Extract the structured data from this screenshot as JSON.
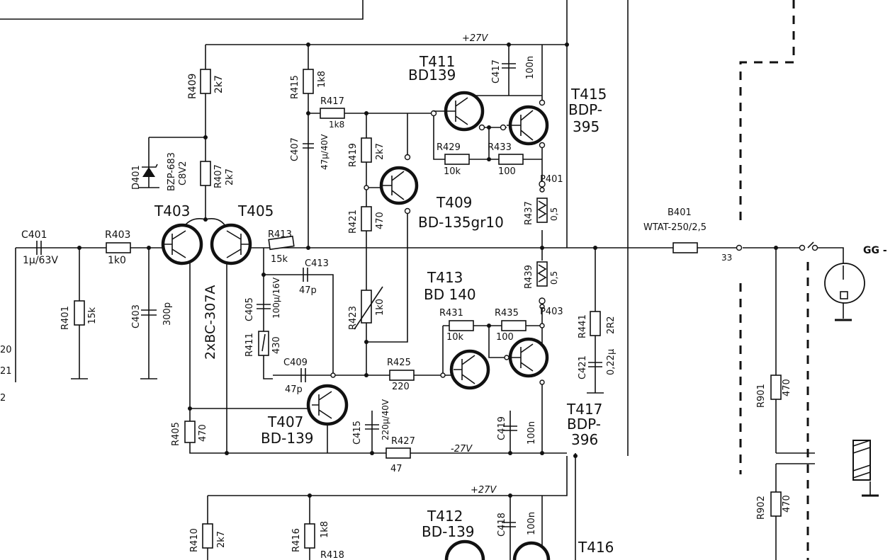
{
  "rails": {
    "pos_top": "+27V",
    "neg": "-27V",
    "pos_bottom": "+27V"
  },
  "transistors": [
    {
      "ref": "T411",
      "type": "BD139"
    },
    {
      "ref": "T415",
      "type": "BDP-395"
    },
    {
      "ref": "T403",
      "type": ""
    },
    {
      "ref": "T405",
      "type": ""
    },
    {
      "ref": "T409",
      "type": "BD-135gr10"
    },
    {
      "ref": "T413",
      "type": "BD 140"
    },
    {
      "ref": "T407",
      "type": "BD-139"
    },
    {
      "ref": "T417",
      "type": "BDP-396"
    },
    {
      "ref": "T412",
      "type": "BD-139"
    },
    {
      "ref": "T416",
      "type": ""
    }
  ],
  "pair_label": "2xBC-307A",
  "resistors": [
    {
      "ref": "R409",
      "value": "2k7"
    },
    {
      "ref": "R407",
      "value": "2k7"
    },
    {
      "ref": "R415",
      "value": "1k8"
    },
    {
      "ref": "R417",
      "value": "1k8"
    },
    {
      "ref": "R419",
      "value": "2k7"
    },
    {
      "ref": "R421",
      "value": "470"
    },
    {
      "ref": "R423",
      "value": "1k0"
    },
    {
      "ref": "R429",
      "value": "10k"
    },
    {
      "ref": "R433",
      "value": "100"
    },
    {
      "ref": "R437",
      "value": "0,5"
    },
    {
      "ref": "R439",
      "value": "0,5"
    },
    {
      "ref": "R403",
      "value": "1k0"
    },
    {
      "ref": "R401",
      "value": "15k"
    },
    {
      "ref": "R413",
      "value": "15k"
    },
    {
      "ref": "R411",
      "value": "430"
    },
    {
      "ref": "R431",
      "value": "10k"
    },
    {
      "ref": "R435",
      "value": "100"
    },
    {
      "ref": "R425",
      "value": "220"
    },
    {
      "ref": "R427",
      "value": "47"
    },
    {
      "ref": "R405",
      "value": "470"
    },
    {
      "ref": "R441",
      "value": "2R2"
    },
    {
      "ref": "R901",
      "value": "470"
    },
    {
      "ref": "R902",
      "value": "470"
    },
    {
      "ref": "R410",
      "value": "2k7"
    },
    {
      "ref": "R416",
      "value": "1k8"
    },
    {
      "ref": "R418",
      "value": ""
    }
  ],
  "capacitors": [
    {
      "ref": "C417",
      "value": "100n"
    },
    {
      "ref": "C407",
      "value": "47µ/40V"
    },
    {
      "ref": "C401",
      "value": "1µ/63V"
    },
    {
      "ref": "C403",
      "value": "300p"
    },
    {
      "ref": "C405",
      "value": "100µ/16V"
    },
    {
      "ref": "C413",
      "value": "47p"
    },
    {
      "ref": "C409",
      "value": "47p"
    },
    {
      "ref": "C415",
      "value": "220µ/40V"
    },
    {
      "ref": "C419",
      "value": "100n"
    },
    {
      "ref": "C421",
      "value": "0,22µ"
    },
    {
      "ref": "C418",
      "value": "100n"
    }
  ],
  "diode": {
    "ref": "D401",
    "type": "BZP-683",
    "voltage": "C8V2"
  },
  "fuse": {
    "ref": "B401",
    "type": "WTAT-250/2,5"
  },
  "test_points": {
    "p401": "P401",
    "p403": "P403"
  },
  "pin": "33",
  "output_label": "GG -",
  "edge_labels": {
    "l20": "20",
    "l21": "21",
    "l2": "2"
  }
}
